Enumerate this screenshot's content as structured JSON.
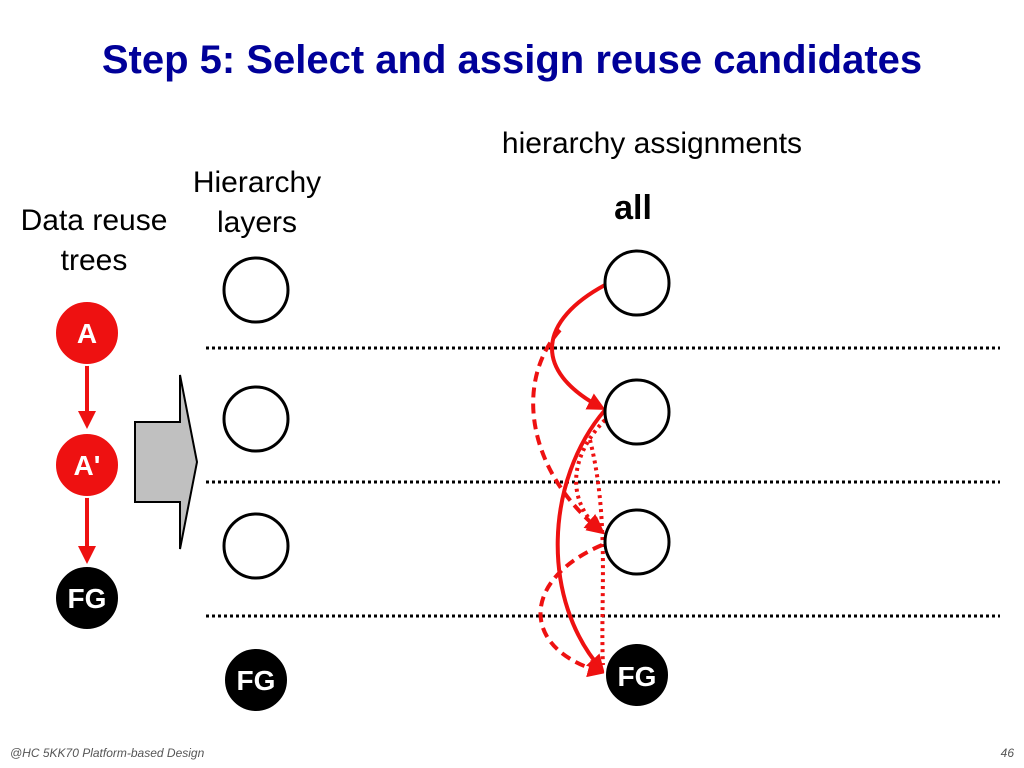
{
  "slide": {
    "title": "Step 5: Select and assign reuse candidates",
    "labels": {
      "data_reuse_trees": [
        "Data reuse",
        "trees"
      ],
      "hierarchy_layers": [
        "Hierarchy",
        "layers"
      ],
      "hierarchy_assignments": "hierarchy assignments",
      "all": "all"
    },
    "tree_nodes": [
      "A",
      "A'",
      "FG"
    ],
    "layer_bottom_node": "FG",
    "assignment_bottom_node": "FG",
    "footer": {
      "course": "@HC 5KK70 Platform-based Design",
      "page": "46"
    }
  },
  "colors": {
    "title": "#000099",
    "reuse_node": "#ee1111",
    "fg_node": "#000000",
    "arrow": "#ee1111",
    "block_arrow_fill": "#c0c0c0"
  }
}
